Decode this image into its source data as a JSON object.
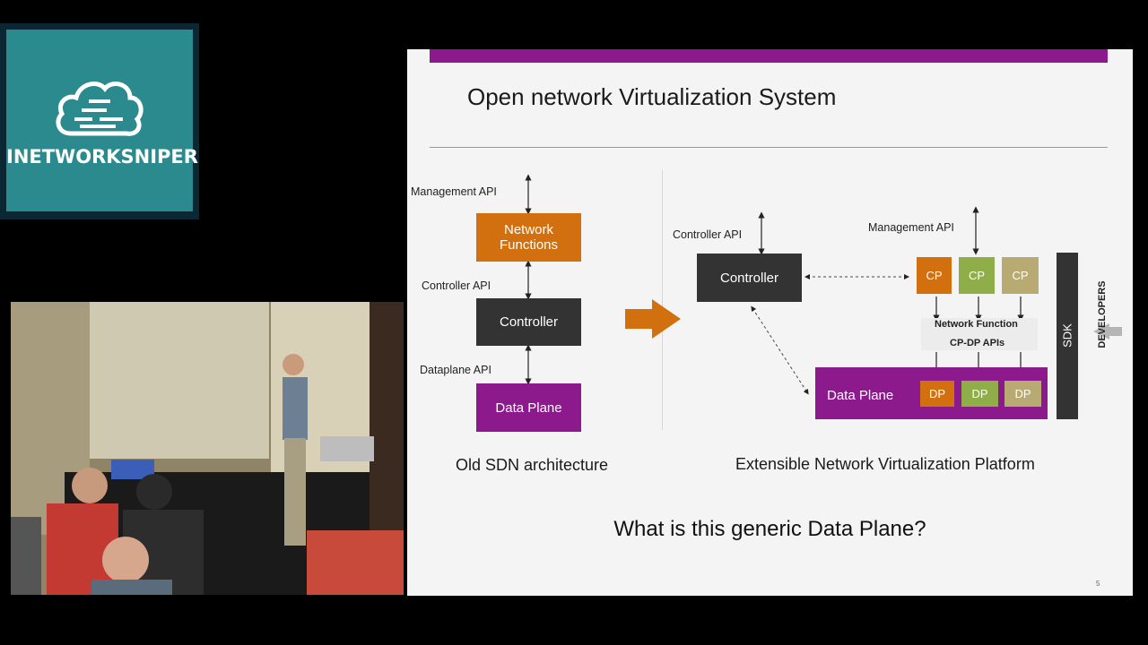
{
  "logo": {
    "text": "INETWORKSNIPER"
  },
  "slide": {
    "title": "Open network Virtualization System",
    "left": {
      "management_api": "Management API",
      "network_functions": "Network\nFunctions",
      "controller_api": "Controller API",
      "controller": "Controller",
      "dataplane_api": "Dataplane API",
      "data_plane": "Data Plane",
      "caption": "Old SDN architecture"
    },
    "right": {
      "controller_api": "Controller API",
      "controller": "Controller",
      "management_api": "Management API",
      "cp": "CP",
      "nf_line1": "Network Function",
      "nf_line2": "CP-DP APIs",
      "data_plane": "Data Plane",
      "dp": "DP",
      "sdk": "SDK",
      "developers": "DEVELOPERS",
      "caption": "Extensible Network Virtualization Platform"
    },
    "question": "What is this generic Data Plane?",
    "page_number": "5"
  },
  "colors": {
    "orange": "#d2700f",
    "dark": "#333333",
    "purple": "#8d1a8d",
    "green": "#8fae4a",
    "tan": "#b7aa72"
  }
}
